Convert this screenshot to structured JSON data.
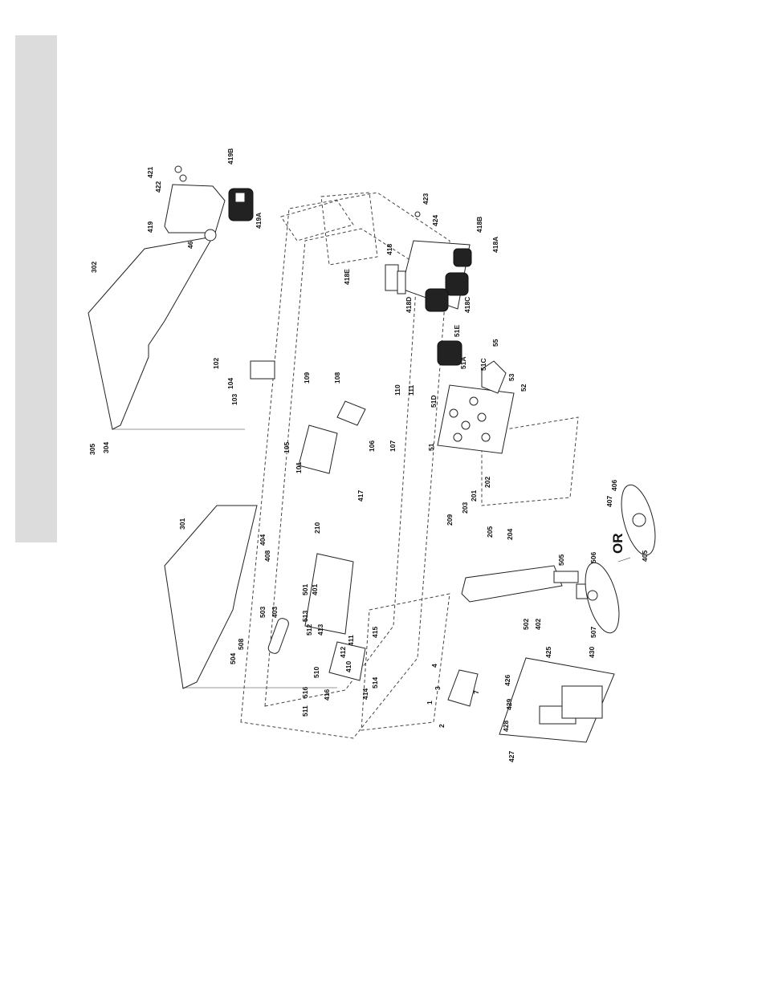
{
  "page": {
    "side_tab_color": "#dcdcdc"
  },
  "diagram": {
    "or_label": "OR",
    "labels": [
      "421",
      "422",
      "419B",
      "419",
      "46",
      "419A",
      "302",
      "423",
      "424",
      "418B",
      "418",
      "418E",
      "418A",
      "418D",
      "418C",
      "102",
      "104",
      "103",
      "109",
      "108",
      "110",
      "111",
      "51E",
      "55",
      "51A",
      "51C",
      "53",
      "52",
      "51D",
      "51",
      "305",
      "304",
      "105",
      "101",
      "106",
      "107",
      "417",
      "301",
      "210",
      "404",
      "408",
      "401",
      "501",
      "503",
      "403",
      "202",
      "201",
      "203",
      "209",
      "205",
      "204",
      "406",
      "407",
      "405",
      "507",
      "505",
      "506",
      "502",
      "402",
      "508",
      "504",
      "513",
      "512",
      "413",
      "415",
      "411",
      "412",
      "410",
      "510",
      "516",
      "514",
      "414",
      "416",
      "511",
      "3",
      "4",
      "1",
      "2",
      "7",
      "425",
      "426",
      "429",
      "428",
      "427",
      "430"
    ]
  }
}
